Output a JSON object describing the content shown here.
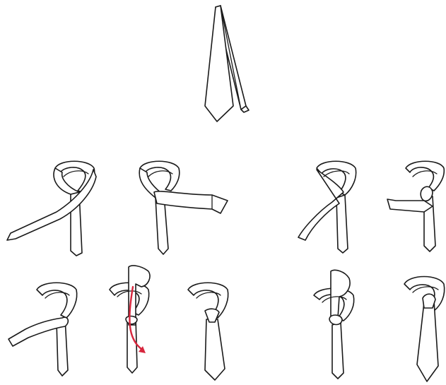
{
  "diagram": {
    "type": "tie-knot-instructions",
    "steps": [
      {
        "id": "step-0",
        "label": ""
      },
      {
        "id": "step-1",
        "label": ""
      },
      {
        "id": "step-2",
        "label": ""
      },
      {
        "id": "step-3",
        "label": ""
      },
      {
        "id": "step-4",
        "label": ""
      },
      {
        "id": "step-5",
        "label": ""
      },
      {
        "id": "step-6",
        "label": ""
      },
      {
        "id": "step-7",
        "label": ""
      },
      {
        "id": "step-8",
        "label": ""
      },
      {
        "id": "step-9",
        "label": ""
      }
    ],
    "colors": {
      "line": "#1a1a1a",
      "arrow": "#d7263d",
      "background": "#ffffff"
    }
  }
}
